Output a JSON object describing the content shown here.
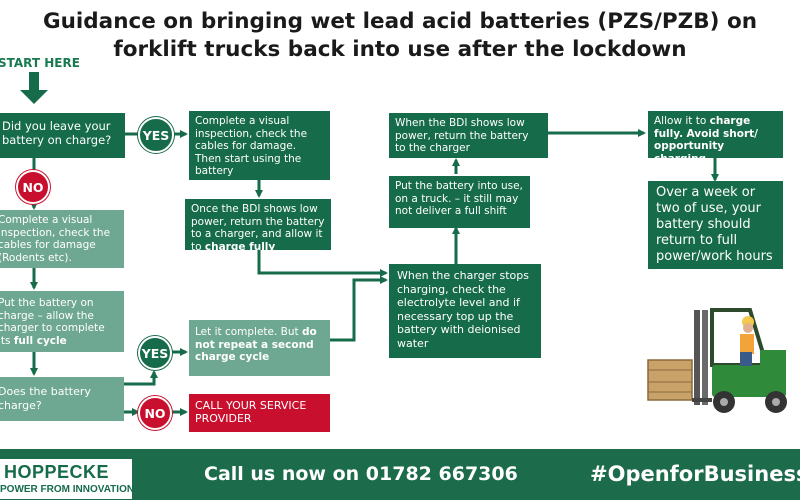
{
  "title": {
    "line1": "Guidance on bringing wet lead acid batteries (PZS/PZB) on",
    "line2": "forklift trucks back into use after the lockdown"
  },
  "start_label": "START HERE",
  "nodes": {
    "q_charge": "Did you leave your battery on charge?",
    "visual_yes": "Complete a visual inspection, check the cables for damage. Then start using the battery",
    "bdi_return_pre": "Once the BDI shows low power, return the battery to a charger, and allow it to ",
    "bdi_return_bold": "charge fully",
    "visual_no": "Complete a visual inspection, check the cables for damage (Rodents etc).",
    "put_on_charge_pre": "Put the battery on charge – allow the charger to complete its ",
    "put_on_charge_bold": "full cycle",
    "let_complete_pre": "Let it complete. But ",
    "let_complete_bold": "do not repeat a second charge cycle",
    "q_does_battery": "Does the battery charge?",
    "call_service": "CALL YOUR SERVICE PROVIDER",
    "charger_stops": "When the charger stops charging, check the electrolyte level and if necessary top up the battery with deionised water",
    "put_into_use": "Put the battery into use, on a truck. – it still may not deliver a full shift",
    "bdi_low": "When the BDI shows low power, return the battery to the charger",
    "charge_fully_pre": "Allow it to ",
    "charge_fully_bold1": "charge fully.",
    "charge_fully_bold2": "Avoid short/ opportunity charging",
    "week_of_use": "Over a week or two of use, your battery should return to full power/work hours"
  },
  "decisions": {
    "yes1": "YES",
    "no1": "NO",
    "yes2": "YES",
    "no2": "NO"
  },
  "footer": {
    "logo_name": "HOPPECKE",
    "logo_tagline": "POWER FROM INNOVATION",
    "call": "Call us now on 01782 667306",
    "hashtag": "#OpenforBusiness"
  },
  "colors": {
    "dark_green": "#166b4a",
    "light_green": "#6fa892",
    "red": "#c8102e",
    "footer": "#1c6b4b"
  }
}
